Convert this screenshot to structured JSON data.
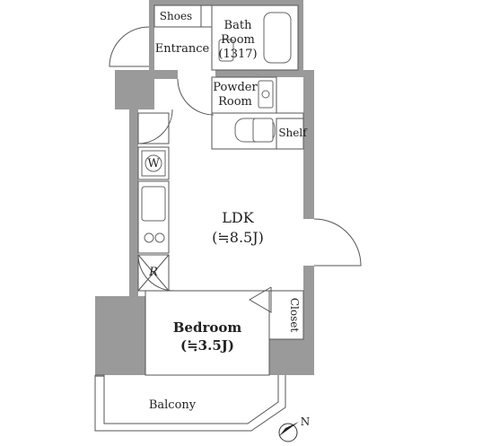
{
  "rooms": {
    "shoes": "Shoes",
    "entrance": "Entrance",
    "bath_line1": "Bath",
    "bath_line2": "Room",
    "bath_line3": "(1317)",
    "powder_line1": "Powder",
    "powder_line2": "Room",
    "shelf": "Shelf",
    "washer": "W",
    "fridge": "R",
    "ldk": "LDK",
    "ldk_size": "(≒8.5J)",
    "bedroom": "Bedroom",
    "bedroom_size": "(≒3.5J)",
    "closet": "Closet",
    "balcony": "Balcony"
  },
  "compass": {
    "label": "N"
  },
  "colors": {
    "wall": "#9a9a9a",
    "line": "#555555"
  }
}
